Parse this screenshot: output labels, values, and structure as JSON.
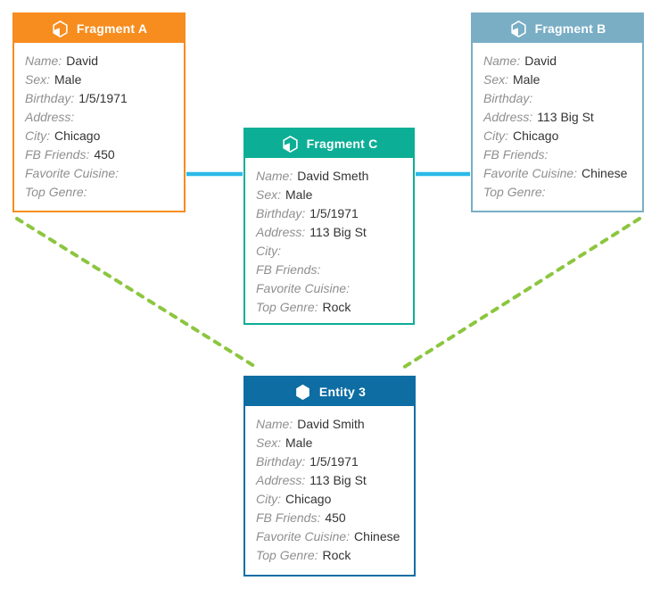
{
  "diagram": {
    "description": "Entity resolution diagram: three record fragments merged into one entity",
    "cards": [
      {
        "title": "Fragment A",
        "icon": "fragment-hexagon-icon",
        "header_color": "#F78D1E",
        "fields": [
          {
            "label": "Name:",
            "value": "David"
          },
          {
            "label": "Sex:",
            "value": "Male"
          },
          {
            "label": "Birthday:",
            "value": "1/5/1971"
          },
          {
            "label": "Address:",
            "value": ""
          },
          {
            "label": "City:",
            "value": "Chicago"
          },
          {
            "label": "FB Friends:",
            "value": "450"
          },
          {
            "label": "Favorite Cuisine:",
            "value": ""
          },
          {
            "label": "Top Genre:",
            "value": ""
          }
        ]
      },
      {
        "title": "Fragment B",
        "icon": "fragment-hexagon-icon",
        "header_color": "#79AEC5",
        "fields": [
          {
            "label": "Name:",
            "value": "David"
          },
          {
            "label": "Sex:",
            "value": "Male"
          },
          {
            "label": "Birthday:",
            "value": ""
          },
          {
            "label": "Address:",
            "value": "113 Big St"
          },
          {
            "label": "City:",
            "value": "Chicago"
          },
          {
            "label": "FB Friends:",
            "value": ""
          },
          {
            "label": "Favorite Cuisine:",
            "value": "Chinese"
          },
          {
            "label": "Top Genre:",
            "value": ""
          }
        ]
      },
      {
        "title": "Fragment C",
        "icon": "fragment-hexagon-icon",
        "header_color": "#0DAE96",
        "fields": [
          {
            "label": "Name:",
            "value": "David Smeth"
          },
          {
            "label": "Sex:",
            "value": "Male"
          },
          {
            "label": "Birthday:",
            "value": "1/5/1971"
          },
          {
            "label": "Address:",
            "value": "113 Big St"
          },
          {
            "label": "City:",
            "value": ""
          },
          {
            "label": "FB Friends:",
            "value": ""
          },
          {
            "label": "Favorite Cuisine:",
            "value": ""
          },
          {
            "label": "Top Genre:",
            "value": "Rock"
          }
        ]
      },
      {
        "title": "Entity 3",
        "icon": "entity-hexagon-icon",
        "header_color": "#0E6DA3",
        "fields": [
          {
            "label": "Name:",
            "value": "David Smith"
          },
          {
            "label": "Sex:",
            "value": "Male"
          },
          {
            "label": "Birthday:",
            "value": "1/5/1971"
          },
          {
            "label": "Address:",
            "value": "113 Big St"
          },
          {
            "label": "City:",
            "value": "Chicago"
          },
          {
            "label": "FB Friends:",
            "value": "450"
          },
          {
            "label": "Favorite Cuisine:",
            "value": "Chinese"
          },
          {
            "label": "Top Genre:",
            "value": "Rock"
          }
        ]
      }
    ],
    "connectors": {
      "solid_color": "#29B9E8",
      "dashed_color": "#8CC63F",
      "solid_links": [
        "Fragment A - Fragment C",
        "Fragment C - Fragment B"
      ],
      "dashed_links": [
        "Fragment A - Entity 3",
        "Fragment B - Entity 3"
      ]
    }
  }
}
